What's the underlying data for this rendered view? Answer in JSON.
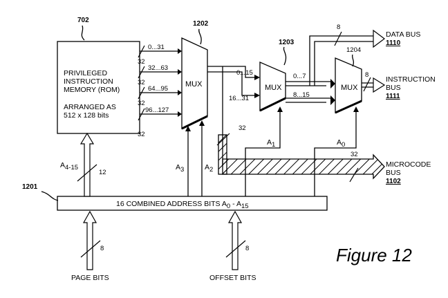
{
  "rom": {
    "ref": "702",
    "line1": "PRIVILEGED",
    "line2": "INSTRUCTION",
    "line3": "MEMORY (ROM)",
    "line4": "ARRANGED AS",
    "line5": "512 x 128 bits",
    "outputs": [
      {
        "range": "0...31",
        "width": "32"
      },
      {
        "range": "32...63",
        "width": "32"
      },
      {
        "range": "64...95",
        "width": "32"
      },
      {
        "range": "96...127",
        "width": "32"
      }
    ]
  },
  "mux1": {
    "ref": "1202",
    "label": "MUX",
    "select": "A3",
    "select_sub": "3",
    "select_base": "A"
  },
  "mux2": {
    "ref": "1203",
    "label": "MUX",
    "in_top": "0...15",
    "in_bottom": "16...31",
    "select_base": "A",
    "select_sub": "1"
  },
  "mux3": {
    "ref": "1204",
    "label": "MUX",
    "in_top": "0...7",
    "in_bottom": "8...15",
    "select_base": "A",
    "select_sub": "0",
    "out_width": "8"
  },
  "a2": {
    "base": "A",
    "sub": "2"
  },
  "mux1_out_width": "32",
  "data_bus": {
    "label": "DATA BUS",
    "ref": "1110",
    "width": "8"
  },
  "instruction_bus": {
    "line1": "INSTRUCTION",
    "line2": "BUS",
    "ref": "1111"
  },
  "microcode_bus": {
    "line1": "MICROCODE",
    "line2": "BUS",
    "ref": "1102",
    "width": "32"
  },
  "address": {
    "ref": "1201",
    "label_pre": "16  COMBINED ADDRESS BITS  A",
    "sub0": "0",
    "dash": " - A",
    "sub15": "15",
    "a4_base": "A",
    "a4_sub": "4-15",
    "a4_width": "12"
  },
  "page_bits": {
    "label": "PAGE BITS",
    "width": "8"
  },
  "offset_bits": {
    "label": "OFFSET BITS",
    "width": "8"
  },
  "figure_label": "Figure 12"
}
